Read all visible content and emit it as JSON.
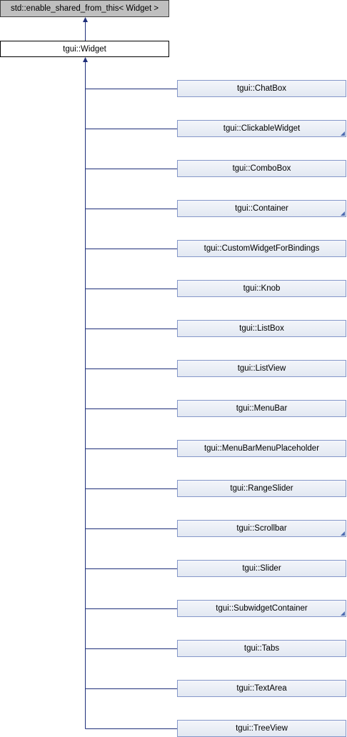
{
  "base_class": "std::enable_shared_from_this< Widget >",
  "current_class": "tgui::Widget",
  "derived_classes": [
    {
      "label": "tgui::ChatBox",
      "has_children": false
    },
    {
      "label": "tgui::ClickableWidget",
      "has_children": true
    },
    {
      "label": "tgui::ComboBox",
      "has_children": false
    },
    {
      "label": "tgui::Container",
      "has_children": true
    },
    {
      "label": "tgui::CustomWidgetForBindings",
      "has_children": false
    },
    {
      "label": "tgui::Knob",
      "has_children": false
    },
    {
      "label": "tgui::ListBox",
      "has_children": false
    },
    {
      "label": "tgui::ListView",
      "has_children": false
    },
    {
      "label": "tgui::MenuBar",
      "has_children": false
    },
    {
      "label": "tgui::MenuBarMenuPlaceholder",
      "has_children": false
    },
    {
      "label": "tgui::RangeSlider",
      "has_children": false
    },
    {
      "label": "tgui::Scrollbar",
      "has_children": true
    },
    {
      "label": "tgui::Slider",
      "has_children": false
    },
    {
      "label": "tgui::SubwidgetContainer",
      "has_children": true
    },
    {
      "label": "tgui::Tabs",
      "has_children": false
    },
    {
      "label": "tgui::TextArea",
      "has_children": false
    },
    {
      "label": "tgui::TreeView",
      "has_children": false
    }
  ],
  "colors": {
    "edge": "#1f2f7a",
    "base_fill": "#bfbfbf",
    "child_border": "#8597c9"
  }
}
